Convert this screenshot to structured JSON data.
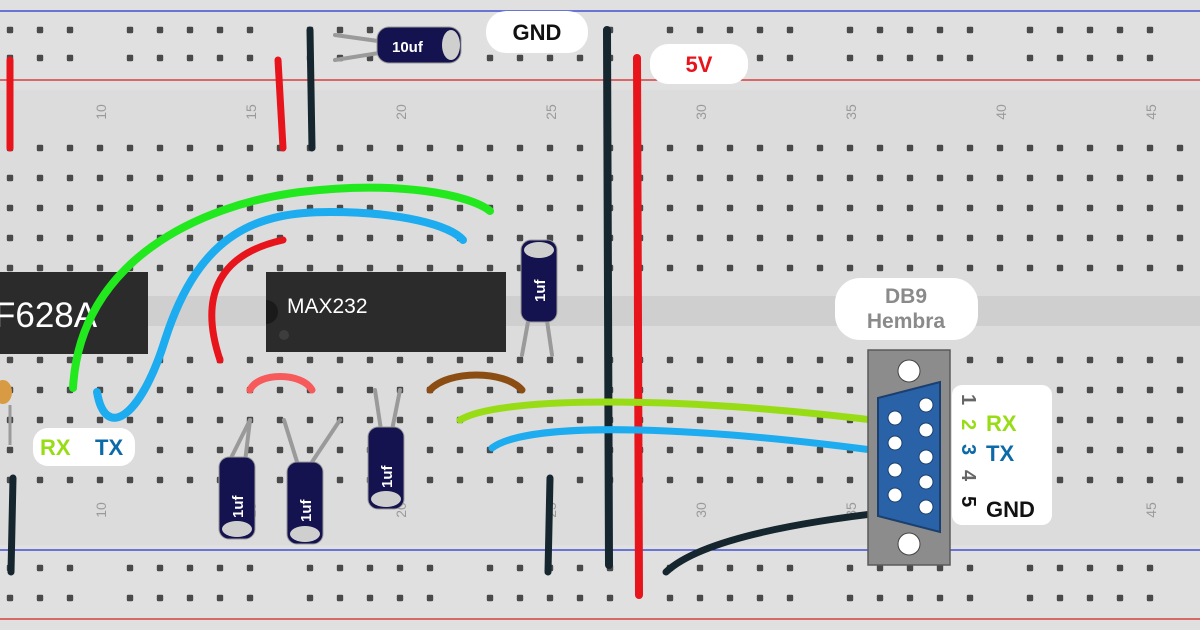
{
  "board": {
    "column_numbers": [
      "10",
      "15",
      "20",
      "25",
      "30",
      "35",
      "40",
      "45"
    ]
  },
  "labels": {
    "gnd": "GND",
    "five_v": "5V",
    "pic_chip": "F628A",
    "max_chip": "MAX232",
    "rx": "RX",
    "tx": "TX",
    "db9_line1": "DB9",
    "db9_line2": "Hembra"
  },
  "capacitors": {
    "c10": "10uf",
    "c1": "1uf"
  },
  "db9_pins": [
    {
      "num": "1",
      "label": ""
    },
    {
      "num": "2",
      "label": "RX"
    },
    {
      "num": "3",
      "label": "TX"
    },
    {
      "num": "4",
      "label": ""
    },
    {
      "num": "5",
      "label": "GND"
    }
  ],
  "colors": {
    "wire_red": "#e8141b",
    "wire_dark": "#15262f",
    "wire_green": "#22e81e",
    "wire_lime": "#98dc16",
    "wire_blue": "#1cacef",
    "wire_brown": "#8b4d12",
    "wire_pink": "#f75a5a",
    "rx_text": "#98dc16",
    "tx_text": "#0d6aa8",
    "capacitor": "#14124f",
    "chip": "#2b2b2b",
    "db9_blue": "#2a62a8"
  }
}
